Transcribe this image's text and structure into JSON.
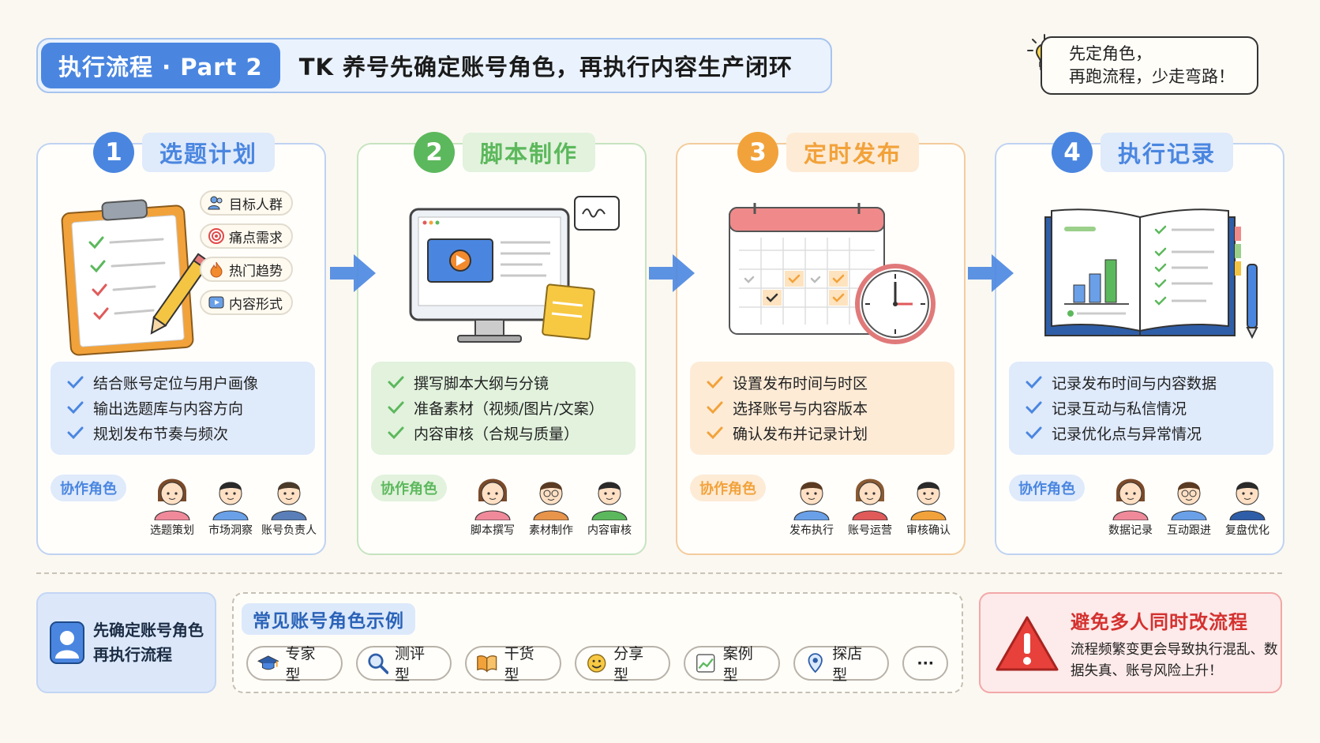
{
  "header": {
    "pill": "执行流程 · Part 2",
    "title": "TK 养号先确定账号角色，再执行内容生产闭环"
  },
  "tip": {
    "line1": "先定角色，",
    "line2": "再跑流程，少走弯路！",
    "icon": "lightbulb-icon"
  },
  "steps": [
    {
      "num": "1",
      "title": "选题计划",
      "color": "#4a86e0",
      "light": "#dfeafb",
      "border": "#bfd3f2",
      "tags": [
        "目标人群",
        "痛点需求",
        "热门趋势",
        "内容形式"
      ],
      "tasks": [
        "结合账号定位与用户画像",
        "输出选题库与内容方向",
        "规划发布节奏与频次"
      ],
      "roles_label": "协作角色",
      "roles": [
        "选题策划",
        "市场洞察",
        "账号负责人"
      ]
    },
    {
      "num": "2",
      "title": "脚本制作",
      "color": "#5cb85c",
      "light": "#e2f2dd",
      "border": "#c6e4c0",
      "tasks": [
        "撰写脚本大纲与分镜",
        "准备素材（视频/图片/文案）",
        "内容审核（合规与质量）"
      ],
      "roles_label": "协作角色",
      "roles": [
        "脚本撰写",
        "素材制作",
        "内容审核"
      ]
    },
    {
      "num": "3",
      "title": "定时发布",
      "color": "#f2a23a",
      "light": "#fdebd6",
      "border": "#f3cc9c",
      "tasks": [
        "设置发布时间与时区",
        "选择账号与内容版本",
        "确认发布并记录计划"
      ],
      "roles_label": "协作角色",
      "roles": [
        "发布执行",
        "账号运营",
        "审核确认"
      ]
    },
    {
      "num": "4",
      "title": "执行记录",
      "color": "#4a86e0",
      "light": "#dfeafb",
      "border": "#bfd3f2",
      "tasks": [
        "记录发布时间与内容数据",
        "记录互动与私信情况",
        "记录优化点与异常情况"
      ],
      "roles_label": "协作角色",
      "roles": [
        "数据记录",
        "互动跟进",
        "复盘优化"
      ]
    }
  ],
  "bottom": {
    "left_line1": "先确定账号角色",
    "left_line2": "再执行流程",
    "examples_title": "常见账号角色示例",
    "chips": [
      {
        "label": "专家型",
        "icon": "graduation-cap-icon"
      },
      {
        "label": "测评型",
        "icon": "magnifier-icon"
      },
      {
        "label": "干货型",
        "icon": "book-icon"
      },
      {
        "label": "分享型",
        "icon": "smile-icon"
      },
      {
        "label": "案例型",
        "icon": "chart-icon"
      },
      {
        "label": "探店型",
        "icon": "location-pin-icon"
      }
    ],
    "more": "···",
    "warn_title": "避免多人同时改流程",
    "warn_desc": "流程频繁变更会导致执行混乱、数据失真、账号风险上升！"
  }
}
